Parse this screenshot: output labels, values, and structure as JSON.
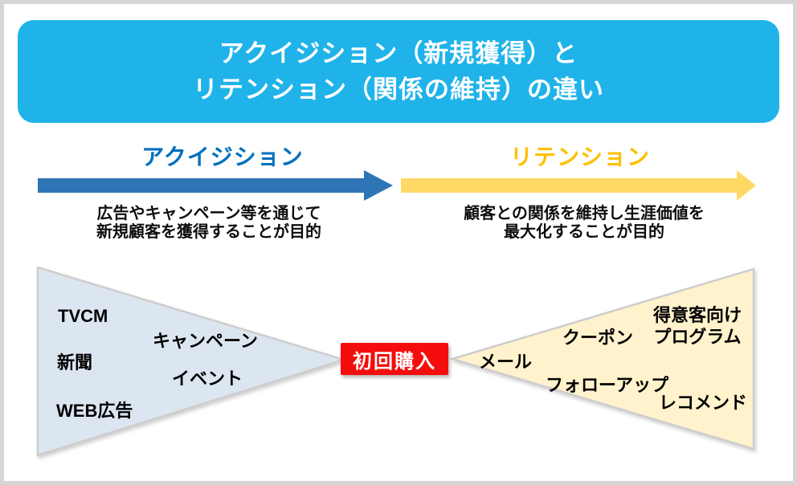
{
  "header": {
    "title_line1": "アクイジション（新規獲得）と",
    "title_line2": "リテンション（関係の維持）の違い",
    "background": "#1fb3ea",
    "text_color": "#ffffff"
  },
  "acquisition": {
    "label": "アクイジション",
    "label_color": "#0070c0",
    "arrow_color": "#2e75b6",
    "description_line1": "広告やキャンペーン等を通じて",
    "description_line2": "新規顧客を獲得することが目的",
    "funnel_color": "#dce6f1",
    "channels": [
      "TVCM",
      "キャンペーン",
      "新聞",
      "イベント",
      "WEB広告"
    ]
  },
  "retention": {
    "label": "リテンション",
    "label_color": "#ffc000",
    "arrow_color": "#ffd966",
    "description_line1": "顧客との関係を維持し生涯価値を",
    "description_line2": "最大化することが目的",
    "funnel_color": "#fff2cc",
    "channels": [
      "メール",
      "クーポン",
      "得意客向け\nプログラム",
      "フォローアップ",
      "レコメンド"
    ]
  },
  "center": {
    "first_purchase_label": "初回購入",
    "background": "#f50d0d",
    "text_color": "#ffffff"
  }
}
